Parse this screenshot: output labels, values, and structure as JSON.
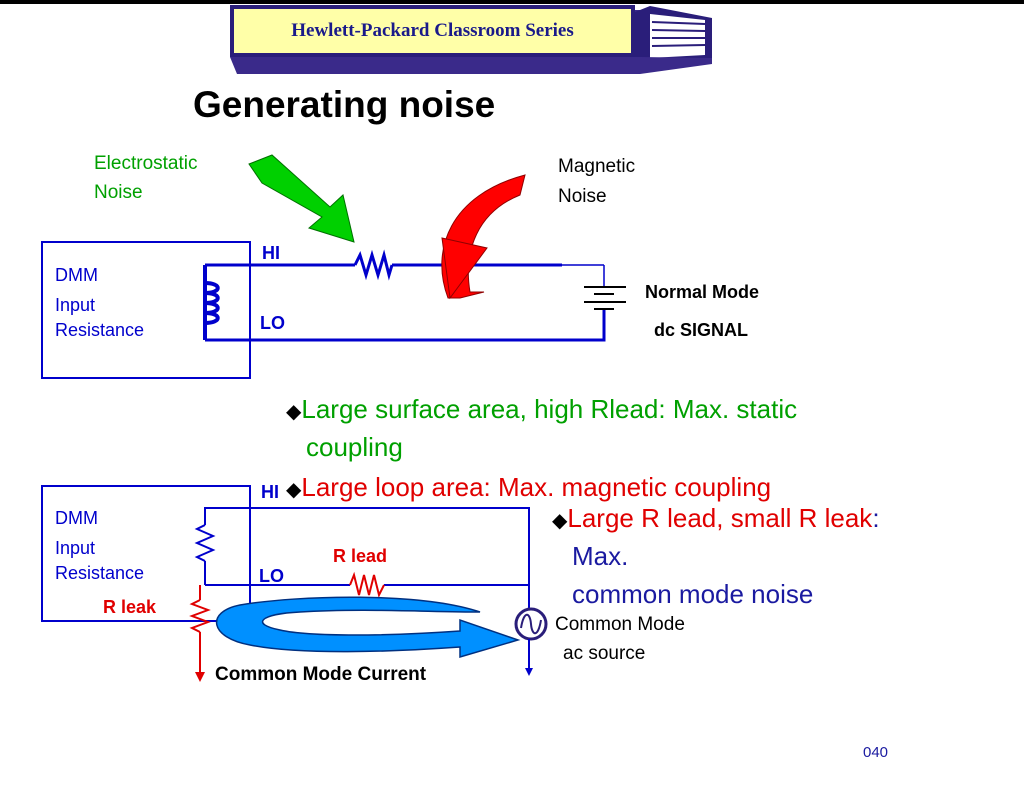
{
  "header": {
    "banner_title": "Hewlett-Packard Classroom Series"
  },
  "slide": {
    "title": "Generating noise",
    "page_number": "040"
  },
  "top_diagram": {
    "electrostatic_label_1": "Electrostatic",
    "electrostatic_label_2": "Noise",
    "magnetic_label_1": "Magnetic",
    "magnetic_label_2": "Noise",
    "dmm_label_1": "DMM",
    "dmm_label_2": "Input",
    "dmm_label_3": "Resistance",
    "hi": "HI",
    "lo": "LO",
    "normal_mode": "Normal Mode",
    "dc_signal": "dc SIGNAL"
  },
  "bullets": {
    "b1_line1": "Large surface area, high Rlead: Max. static",
    "b1_line2": "coupling",
    "b2": "Large loop area: Max. magnetic coupling",
    "b3_part1": "Large R lead, small R leak",
    "b3_colon": ":",
    "b3_line2": "Max.",
    "b3_line3": "common mode noise",
    "bullet_glyph": "◆"
  },
  "bottom_diagram": {
    "dmm_label_1": "DMM",
    "dmm_label_2": "Input",
    "dmm_label_3": "Resistance",
    "hi": "HI",
    "lo": "LO",
    "r_lead": "R lead",
    "r_leak": "R leak",
    "common_mode_current": "Common Mode Current",
    "cm_source_1": "Common Mode",
    "cm_source_2": "ac source"
  },
  "colors": {
    "wire_blue": "#0000cc",
    "green_text": "#00a000",
    "red_text": "#e00000",
    "banner_bg": "#ffffa8",
    "banner_border": "#2a1e7a"
  }
}
